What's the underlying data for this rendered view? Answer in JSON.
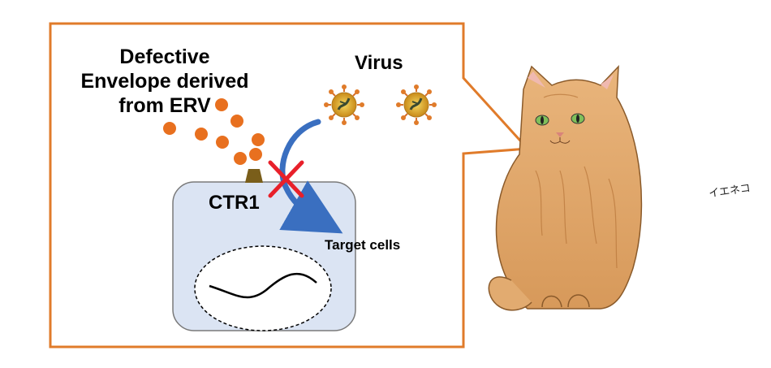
{
  "diagram": {
    "envelope_label": [
      "Defective",
      "Envelope derived",
      "from ERV"
    ],
    "virus_label": "Virus",
    "receptor_label": "CTR1",
    "cell_label": "Target cells",
    "signature": "イエネコ"
  },
  "colors": {
    "frame": "#e07b2a",
    "particle": "#e8701f",
    "cell_fill": "#dbe4f3",
    "cell_stroke": "#7a7a7a",
    "receptor": "#7a5e1a",
    "arrow": "#3a6fc0",
    "block_cross": "#e8202a",
    "cat_fur": "#e0a86a"
  }
}
